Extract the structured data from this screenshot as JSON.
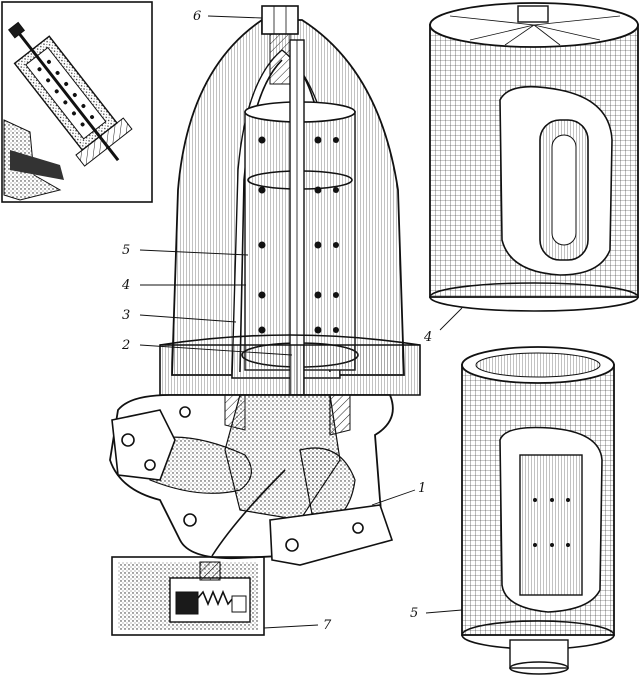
{
  "labels": {
    "l6": "6",
    "l5a": "5",
    "l4a": "4",
    "l3": "3",
    "l2": "2",
    "l1": "1",
    "l7": "7",
    "l4b": "4",
    "l5b": "5"
  },
  "colors": {
    "ink": "#111111",
    "paper": "#ffffff"
  }
}
